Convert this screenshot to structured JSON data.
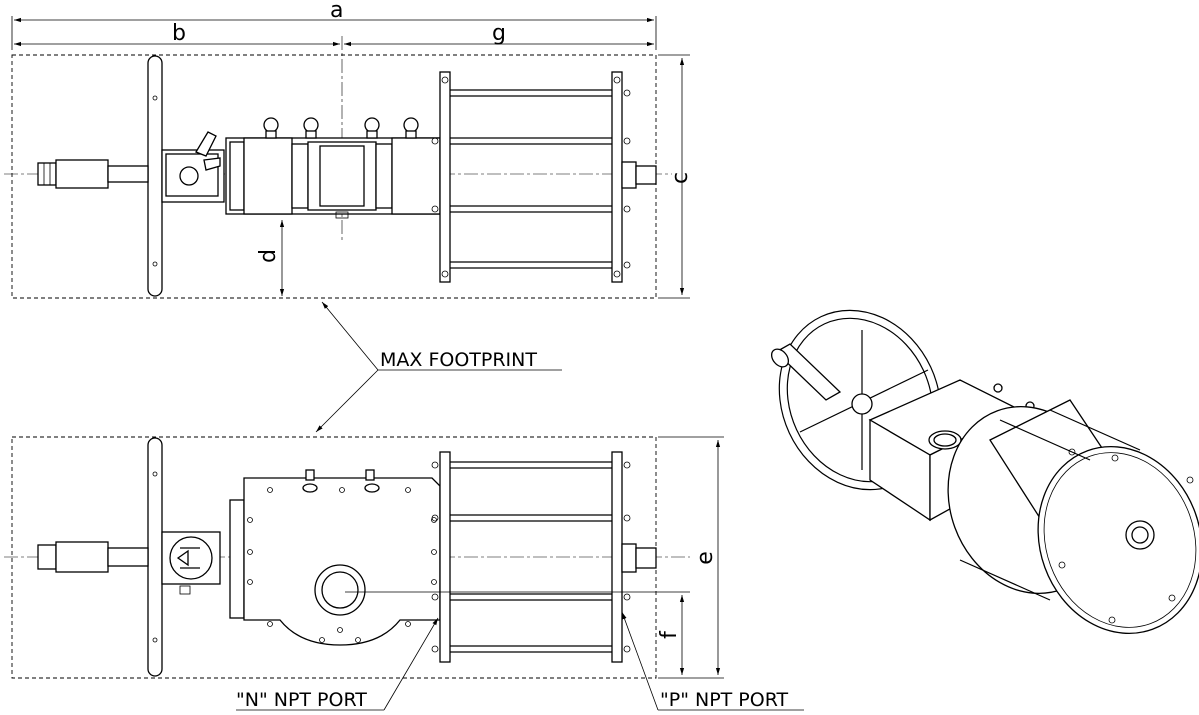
{
  "dimensions": {
    "a": "a",
    "b": "b",
    "g": "g",
    "c": "c",
    "d": "d",
    "e": "e",
    "f": "f"
  },
  "callouts": {
    "max_footprint": "MAX FOOTPRINT",
    "n_port": "\"N\" NPT PORT",
    "p_port": "\"P\" NPT PORT"
  }
}
